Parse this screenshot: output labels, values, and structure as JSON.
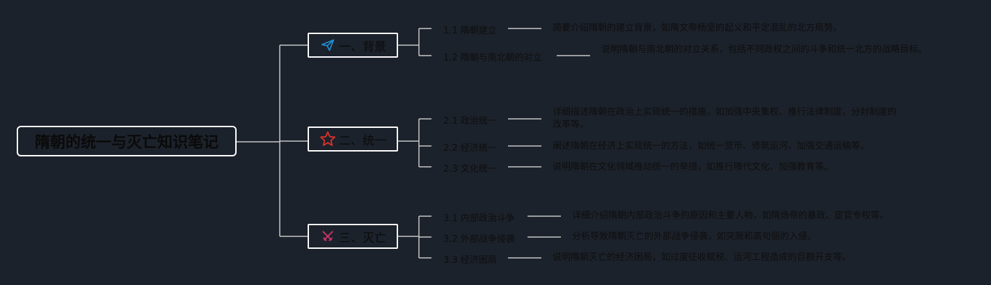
{
  "root": {
    "title": "隋朝的统一与灭亡知识笔记"
  },
  "colors": {
    "line": "#c8c8c8",
    "background": "#1c222b",
    "accent_blue": "#1f8fd6",
    "accent_red": "#e0322a",
    "accent_pink": "#d6336c"
  },
  "branches": [
    {
      "label": "一、背景",
      "icon": "paper-plane-icon",
      "children": [
        {
          "label": "1.1 隋朝建立",
          "desc": "简要介绍隋朝的建立背景，如隋文帝杨坚的起义和平定混乱的北方局势。"
        },
        {
          "label": "1.2 隋朝与南北朝的对立",
          "desc": "说明隋朝与南北朝的对立关系，包括不同政权之间的斗争和统一北方的战略目标。"
        }
      ]
    },
    {
      "label": "二、统一",
      "icon": "star-icon",
      "children": [
        {
          "label": "2.1 政治统一",
          "desc": "详细描述隋朝在政治上实现统一的措施，如加强中央集权、推行法律制度、分封制度的改革等。"
        },
        {
          "label": "2.2 经济统一",
          "desc": "阐述隋朝在经济上实现统一的方法，如统一货币、修筑运河、加强交通运输等。"
        },
        {
          "label": "2.3 文化统一",
          "desc": "说明隋朝在文化领域推动统一的举措，如推行隋代文化、加强教育等。"
        }
      ]
    },
    {
      "label": "三、灭亡",
      "icon": "crossed-swords-icon",
      "children": [
        {
          "label": "3.1 内部政治斗争",
          "desc": "详细介绍隋朝内部政治斗争的原因和主要人物，如隋炀帝的暴政、宦官专权等。"
        },
        {
          "label": "3.2 外部战争侵袭",
          "desc": "分析导致隋朝灭亡的外部战争侵袭，如突厥和高句丽的入侵。"
        },
        {
          "label": "3.3 经济困局",
          "desc": "说明隋朝灭亡的经济困局，如过度征收赋税、运河工程造成的巨额开支等。"
        }
      ]
    }
  ]
}
